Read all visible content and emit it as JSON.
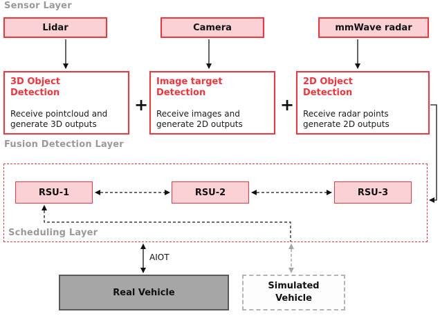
{
  "layers": {
    "sensor": {
      "label": "Sensor Layer"
    },
    "fusion": {
      "label": "Fusion Detection Layer"
    },
    "scheduling": {
      "label": "Scheduling Layer"
    }
  },
  "sensors": [
    {
      "label": "Lidar"
    },
    {
      "label": "Camera"
    },
    {
      "label": "mmWave radar"
    }
  ],
  "detectors": [
    {
      "title": "3D Object\nDetection",
      "body": "Receive pointcloud and\ngenerate 3D outputs"
    },
    {
      "title": "Image target\nDetection",
      "body": "Receive images and\ngenerate 2D outputs"
    },
    {
      "title": "2D Object\nDetection",
      "body": "Receive radar points\ngenerate 2D outputs"
    }
  ],
  "plus_sign": "+",
  "rsus": [
    {
      "label": "RSU-1"
    },
    {
      "label": "RSU-2"
    },
    {
      "label": "RSU-3"
    }
  ],
  "aiot_label": "AIOT",
  "vehicles": {
    "real": "Real Vehicle",
    "simulated": "Simulated\nVehicle"
  },
  "colors": {
    "red_stroke": "#f5333a",
    "pink_fill": "#fad1d5",
    "gray_label": "#999999",
    "real_vehicle_fill": "#a6a6a6",
    "real_vehicle_stroke": "#595959",
    "sim_stroke": "#b3b3b3",
    "wire_black": "#111111",
    "wire_gray": "#a6a6a6"
  }
}
